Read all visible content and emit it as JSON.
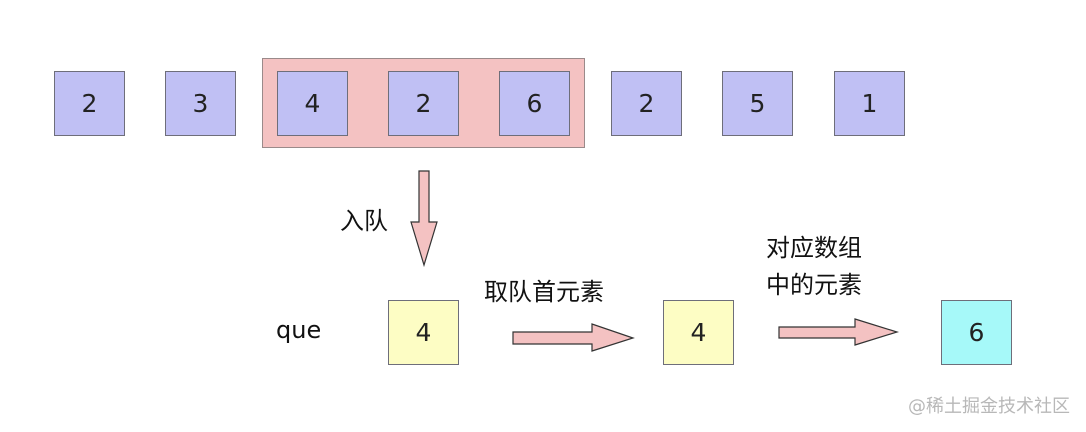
{
  "array": [
    "2",
    "3",
    "4",
    "2",
    "6",
    "2",
    "5",
    "1"
  ],
  "labels": {
    "enqueue": "入队",
    "take_front": "取队首元素",
    "mapped_line1": "对应数组",
    "mapped_line2": "中的元素",
    "queue_name": "que"
  },
  "queue_value": "4",
  "front_value": "4",
  "result_value": "6",
  "watermark": "@稀土掘金技术社区",
  "colors": {
    "array_cell": "#c0c0f4",
    "window": "#f4c2c2",
    "queue_cell": "#fdfdc4",
    "result_cell": "#a6f9f9",
    "arrow_fill": "#f4c2c2",
    "arrow_stroke": "#333333"
  }
}
